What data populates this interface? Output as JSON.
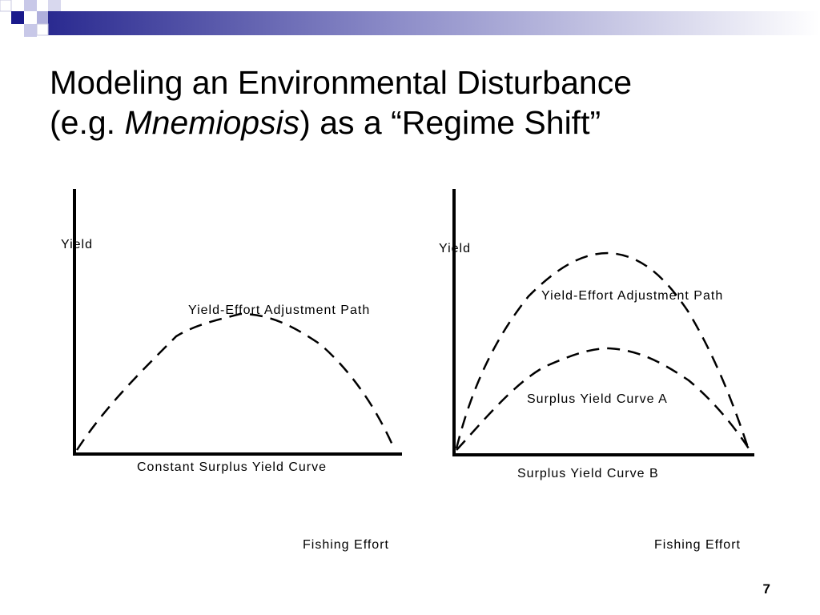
{
  "title": {
    "line1": "Modeling an Environmental Disturbance",
    "line2_prefix": "(e.g. ",
    "line2_italic": "Mnemiopsis",
    "line2_suffix": ") as a “Regime Shift”"
  },
  "left_panel": {
    "y_axis_label": "Yield",
    "x_axis_label": "Fishing Effort",
    "path_label": "Yield-Effort Adjustment Path",
    "curve_label": "Constant Surplus Yield Curve"
  },
  "right_panel": {
    "y_axis_label": "Yield",
    "x_axis_label": "Fishing Effort",
    "path_label": "Yield-Effort Adjustment Path",
    "curve_a_label": "Surplus Yield Curve A",
    "curve_b_label": "Surplus Yield Curve B"
  },
  "page_number": "7",
  "colors": {
    "accent_dark": "#1a1a8c",
    "accent_light": "#b8b8e0",
    "line": "#000000"
  }
}
